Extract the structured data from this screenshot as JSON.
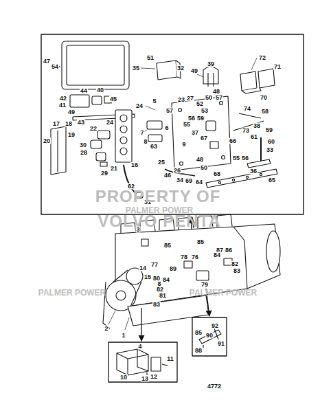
{
  "diagram": {
    "labels": [
      "47",
      "54",
      "35",
      "51",
      "32",
      "39",
      "72",
      "71",
      "49",
      "48",
      "50",
      "57",
      "70",
      "42",
      "44",
      "40",
      "45",
      "41",
      "5",
      "23",
      "27",
      "24",
      "57",
      "52",
      "53",
      "74",
      "58",
      "49",
      "24",
      "43",
      "56",
      "59",
      "55",
      "38",
      "73",
      "6",
      "17",
      "18",
      "22",
      "19",
      "59",
      "7",
      "37",
      "67",
      "61",
      "66",
      "60",
      "20",
      "30",
      "8",
      "63",
      "9",
      "33",
      "28",
      "48",
      "55",
      "56",
      "21",
      "16",
      "25",
      "29",
      "36",
      "50",
      "46",
      "68",
      "34",
      "65",
      "26",
      "69",
      "64",
      "62",
      "31",
      "PROPERTY OF",
      "PALMER POWER",
      "VOLVO PENTA",
      "3",
      "85",
      "85",
      "87",
      "86",
      "78",
      "84",
      "77",
      "76",
      "82",
      "89",
      "14",
      "83",
      "79",
      "15",
      "80",
      "84",
      "8",
      "82",
      "81",
      "PALMER POWER",
      "PALMER POWER",
      "83",
      "2",
      "1",
      "92",
      "85",
      "91",
      "90",
      "88",
      "4",
      "11",
      "12",
      "10",
      "13",
      "4772"
    ]
  }
}
